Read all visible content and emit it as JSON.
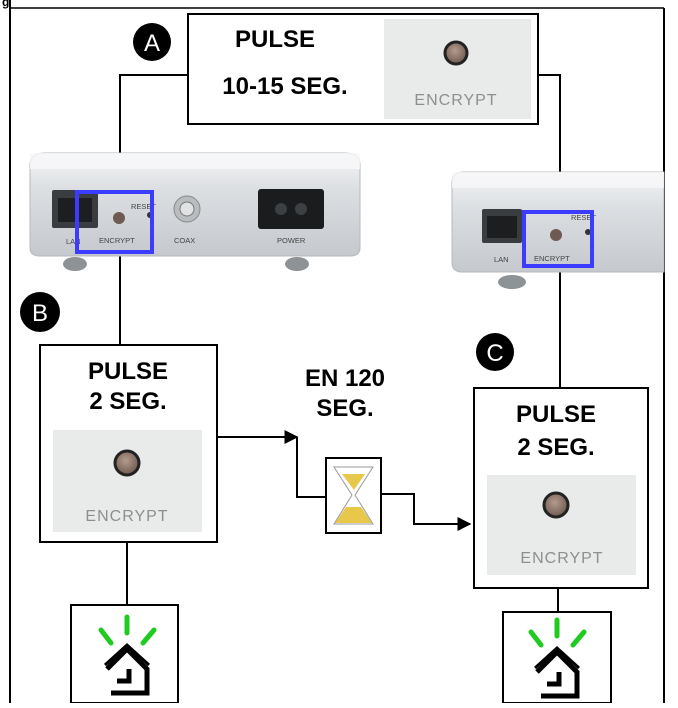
{
  "header": {
    "partial_text": "g"
  },
  "colors": {
    "highlight": "#3c3cff",
    "green_ray": "#1ecb1e",
    "hourglass_sand": "#e8c84a",
    "panel_gray": "#e9eaea"
  },
  "steps": {
    "a": {
      "marker": "A",
      "line1": "PULSE",
      "line2": "10-15 SEG.",
      "button_label": "ENCRYPT"
    },
    "b": {
      "marker": "B",
      "line1": "PULSE",
      "line2": "2 SEG.",
      "button_label": "ENCRYPT"
    },
    "c": {
      "marker": "C",
      "line1": "PULSE",
      "line2": "2 SEG.",
      "button_label": "ENCRYPT"
    }
  },
  "wait": {
    "line1": "EN 120",
    "line2": "SEG."
  },
  "device_left": {
    "labels": [
      "LAN",
      "ENCRYPT",
      "RESET",
      "COAX",
      "POWER"
    ]
  },
  "device_right": {
    "labels": [
      "LAN",
      "ENCRYPT",
      "RESET"
    ]
  },
  "icons": [
    "home-network-icon",
    "hourglass-icon"
  ]
}
